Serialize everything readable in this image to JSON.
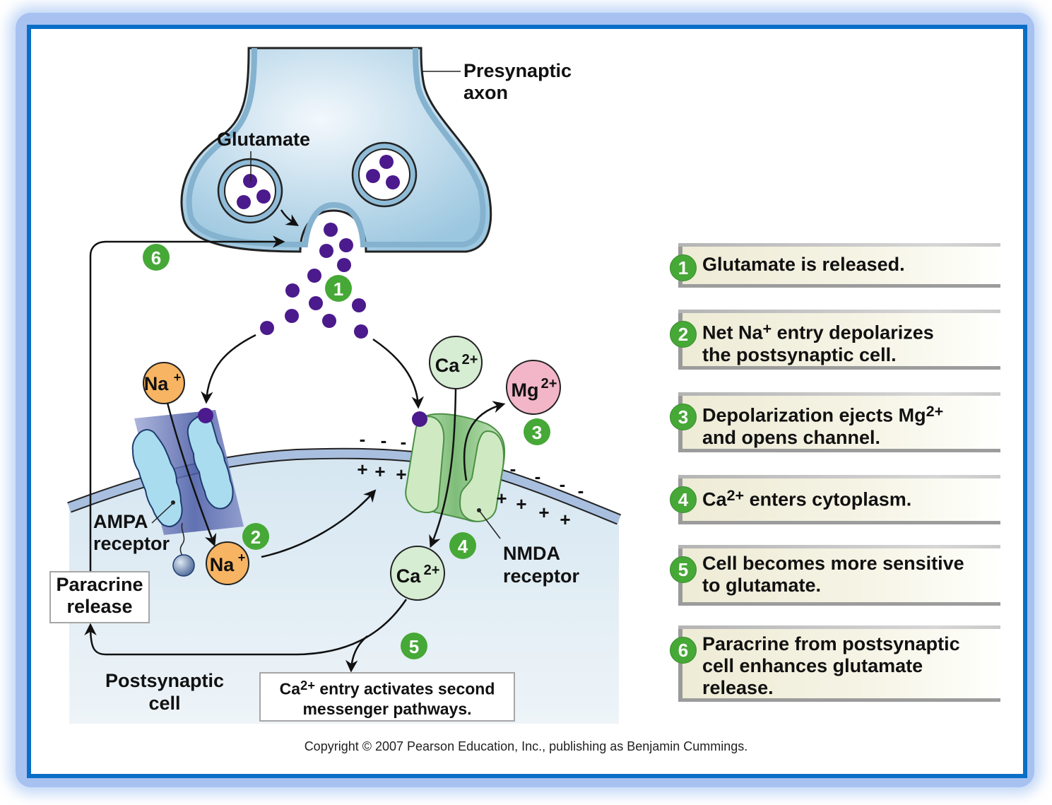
{
  "figure": {
    "labels": {
      "presynaptic_axon": [
        "Presynaptic",
        "axon"
      ],
      "glutamate": "Glutamate",
      "ampa_receptor": [
        "AMPA",
        "receptor"
      ],
      "nmda_receptor": [
        "NMDA",
        "receptor"
      ],
      "postsynaptic_cell": [
        "Postsynaptic",
        "cell"
      ],
      "paracrine_release": [
        "Paracrine",
        "release"
      ],
      "second_messenger_box": {
        "prefix": "Ca",
        "sup": "2+",
        "line1_rest": " entry activates second",
        "line2": "messenger pathways."
      }
    },
    "ions": {
      "na_top": {
        "symbol": "Na",
        "charge": "+"
      },
      "na_bottom": {
        "symbol": "Na",
        "charge": "+"
      },
      "ca_top": {
        "symbol": "Ca",
        "charge": "2+"
      },
      "ca_bottom": {
        "symbol": "Ca",
        "charge": "2+"
      },
      "mg": {
        "symbol": "Mg",
        "charge": "2+"
      }
    },
    "charges": {
      "outside_left": [
        "-",
        "-",
        "-"
      ],
      "inside_left": [
        "+",
        "+",
        "+"
      ],
      "outside_right": [
        "-",
        "-",
        "-",
        "-"
      ],
      "inside_right": [
        "+",
        "+",
        "+",
        "+"
      ]
    },
    "step_markers": [
      "1",
      "2",
      "3",
      "4",
      "5",
      "6"
    ]
  },
  "steps": [
    {
      "number": "1",
      "text": "Glutamate is released.",
      "lines": [
        "Glutamate is released."
      ]
    },
    {
      "number": "2",
      "lines": [
        "Net Na+ entry depolarizes",
        "the postsynaptic cell."
      ],
      "sup_parts": {
        "pre": "Net Na",
        "sup": "+",
        "post": " entry depolarizes"
      }
    },
    {
      "number": "3",
      "lines": [
        "Depolarization ejects Mg2+",
        "and opens channel."
      ],
      "sup_parts": {
        "pre": "Depolarization ejects Mg",
        "sup": "2+",
        "post": ""
      }
    },
    {
      "number": "4",
      "lines": [
        "Ca2+ enters cytoplasm."
      ],
      "sup_parts": {
        "pre": "Ca",
        "sup": "2+",
        "post": " enters cytoplasm."
      }
    },
    {
      "number": "5",
      "lines": [
        "Cell becomes more sensitive",
        "to glutamate."
      ]
    },
    {
      "number": "6",
      "lines": [
        "Paracrine from postsynaptic",
        "cell enhances glutamate",
        "release."
      ]
    }
  ],
  "copyright": "Copyright © 2007 Pearson Education, Inc., publishing as Benjamin Cummings.",
  "colors": {
    "frame_blue": "#0a6ec6",
    "step_green": "#46a836",
    "glutamate_purple": "#4b1a8c",
    "na_orange": "#f7b462",
    "ca_green": "#d6ecd3",
    "mg_pink": "#f3b6c9",
    "membrane_blue": "#a9bfdf",
    "cytoplasm": "#dcebf4"
  }
}
